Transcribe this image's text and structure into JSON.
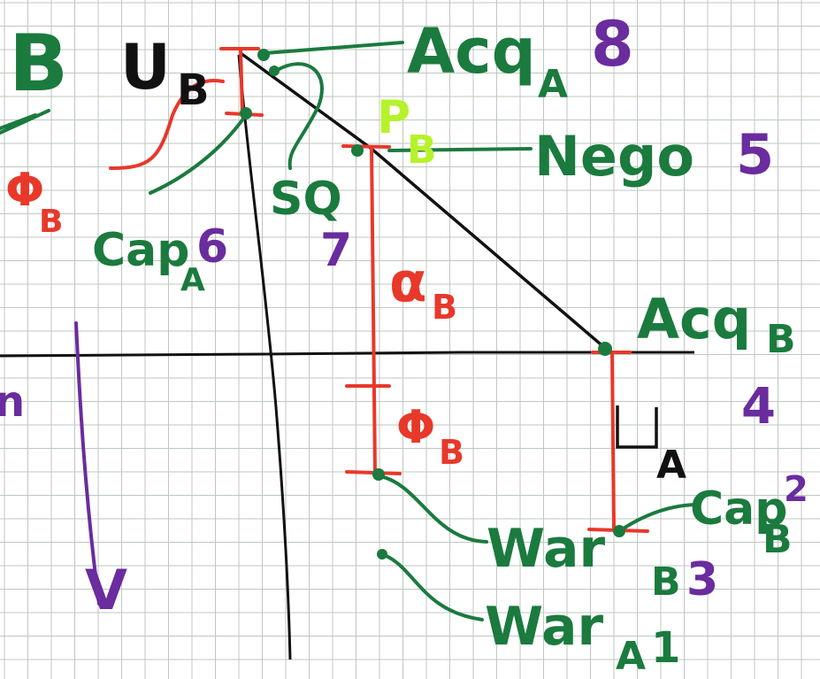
{
  "colors": {
    "grid": "#bfc7bf",
    "axis": "#111111",
    "green": "#1b7a3e",
    "red": "#e8382a",
    "purple": "#6a2c9e",
    "lime": "#b6f22c"
  },
  "labels": {
    "top_left_b": "B",
    "u_b": "U",
    "u_b_sub": "B",
    "phi_b_left": "Φ",
    "phi_b_left_sub": "B",
    "cap_a": "Cap",
    "cap_a_sub": "A",
    "cap_a_num": "6",
    "sq": "SQ",
    "sq_num": "7",
    "acq_a": "Acq",
    "acq_a_sub": "A",
    "acq_a_num": "8",
    "p_b": "P",
    "p_b_sub": "B",
    "nego": "Nego",
    "nego_num": "5",
    "alpha_b": "α",
    "alpha_b_sub": "B",
    "phi_b_mid": "Φ",
    "phi_b_mid_sub": "B",
    "acq_b": "Acq",
    "acq_b_sub": "B",
    "acq_b_num": "4",
    "u_a": "U",
    "u_a_sub": "A",
    "cap_b": "Cap",
    "cap_b_sub": "B",
    "cap_b_num": "2",
    "war_b": "War",
    "war_b_sub": "B",
    "war_b_num": "3",
    "war_a": "War",
    "war_a_sub": "A",
    "war_a_num": "1",
    "left_n": "n",
    "arrow_v": "V"
  }
}
